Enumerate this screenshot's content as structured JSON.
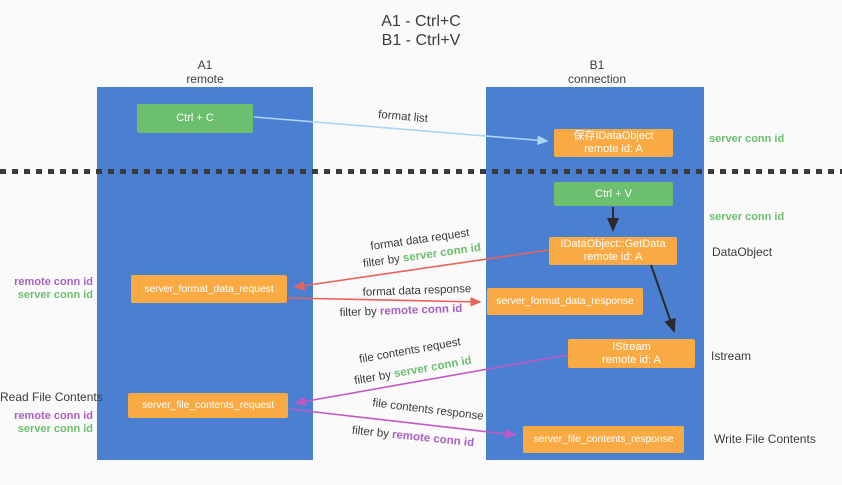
{
  "title": {
    "line1": "A1 - Ctrl+C",
    "line2": "B1 - Ctrl+V"
  },
  "columns": {
    "left": {
      "name": "A1",
      "role": "remote"
    },
    "right": {
      "name": "B1",
      "role": "connection"
    }
  },
  "nodes": {
    "ctrl_c": {
      "label": "Ctrl + C"
    },
    "save_dataobject": {
      "line1": "保存IDataObject",
      "line2": "remote id: A"
    },
    "ctrl_v": {
      "label": "Ctrl + V"
    },
    "getdata": {
      "line1": "IDataObject::GetData",
      "line2": "remote id: A"
    },
    "format_request": {
      "label": "server_format_data_request"
    },
    "format_response": {
      "label": "server_format_data_response"
    },
    "istream": {
      "line1": "IStream",
      "line2": "remote id: A"
    },
    "file_request": {
      "label": "server_file_contents_request"
    },
    "file_response": {
      "label": "server_file_contents_response"
    }
  },
  "flow_labels": {
    "format_list": "format list",
    "format_data_request": "format data request",
    "format_data_response": "format data response",
    "file_contents_request": "file contents request",
    "file_contents_response": "file contents response",
    "filter_prefix": "filter by ",
    "server_conn_id": "server conn id",
    "remote_conn_id": "remote conn id"
  },
  "side_labels": {
    "left_mid": {
      "line1": "remote conn id",
      "line2": "server conn id"
    },
    "left_bottom_title": "Read File Contents",
    "left_bottom": {
      "line1": "remote conn id",
      "line2": "server conn id"
    },
    "right_top": "server conn id",
    "right_ctrl_v": "server conn id",
    "right_dataobject": "DataObject",
    "right_istream": "Istream",
    "right_write": "Write File Contents"
  },
  "colors": {
    "background": "#fafafa",
    "lane_blue": "#4a7fd2",
    "node_green": "#6dbf70",
    "node_orange": "#f9aa43",
    "arrow_lightblue": "#a9d7f5",
    "arrow_red": "#e8635a",
    "arrow_magenta": "#c05ac2",
    "arrow_black": "#2b2b2b",
    "label_green": "#6cbf6e",
    "label_purple": "#ab5fc4",
    "text_dark": "#3b3b3b"
  }
}
